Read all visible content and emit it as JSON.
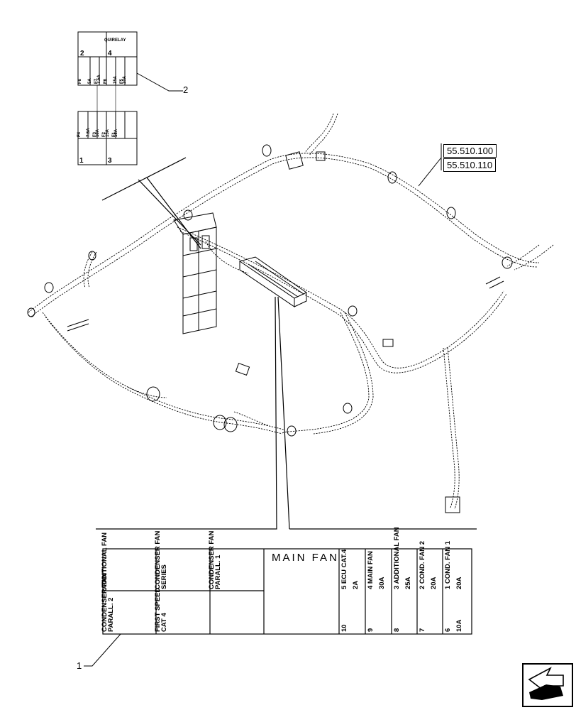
{
  "callouts": {
    "item1": "1",
    "item2": "2"
  },
  "references": [
    "55.510.100",
    "55.510.110"
  ],
  "small_box": {
    "header": "QUIRELAY",
    "upper_numbers": [
      "2",
      "4"
    ],
    "upper_fuses": [
      "F8",
      "5A\nF7",
      "7.5A\nF6",
      "15A\nF5",
      "10A"
    ],
    "lower_fuses": [
      "F4",
      "7.5A\nF3",
      "10A\nF2",
      "15A\nF1",
      "15A"
    ],
    "lower_numbers": [
      "1",
      "3"
    ]
  },
  "relay_table": {
    "relays": [
      {
        "top": "ADDITIONAL FAN",
        "bottom": "CONDENSER FAN\nPARALL. 2"
      },
      {
        "top": "CONDENSER FAN\nSERIES",
        "bottom": "FIRST SPEED\nCAT 4"
      },
      {
        "top": "CONDENSER FAN\nPARALL. 1",
        "bottom": ""
      }
    ],
    "main_fan_label": "MAIN  FAN",
    "fuses": [
      {
        "pos": "10",
        "name": "5 ECU CAT.4",
        "rating": "2A"
      },
      {
        "pos": "9",
        "name": "4 MAIN FAN",
        "rating": "30A"
      },
      {
        "pos": "8",
        "name": "3 ADDITIONAL FAN",
        "rating": "25A"
      },
      {
        "pos": "7",
        "name": "2 COND. FAN 2",
        "rating": "20A"
      },
      {
        "pos": "6",
        "name": "1 COND. FAN 1",
        "rating": "20A",
        "pos_rating": "10A"
      }
    ]
  },
  "icons": {
    "nav": "next-page-arrow-icon"
  }
}
